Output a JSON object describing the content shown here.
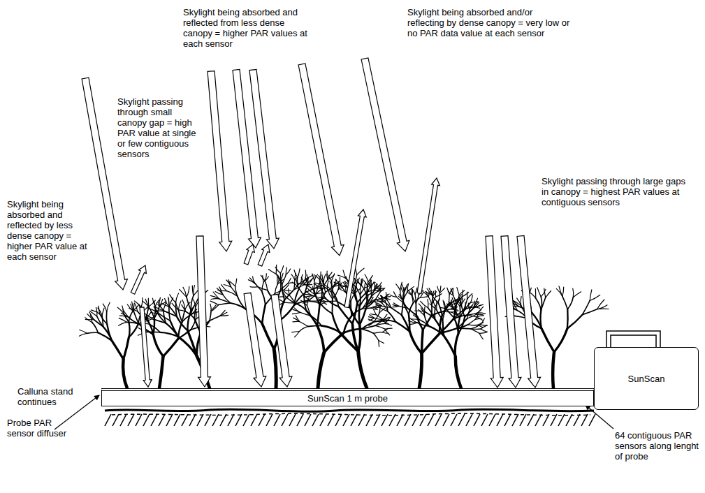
{
  "diagram": {
    "nodes": [
      {
        "text": [
          "SunScan 1 m probe"
        ]
      },
      {
        "text": [
          "SunScan"
        ]
      }
    ],
    "labels": [
      "Skylight being absorbed and reflected from less dense canopy = higher PAR values at each sensor",
      "Skylight being absorbed and/or reflecting by dense canopy = very low or no PAR data value at each sensor",
      "Skylight passing through small canopy gap = high PAR value at single or few contiguous sensors",
      "Skylight being absorbed and reflected by less dense canopy = higher PAR value at each sensor",
      "Skylight passing through large gaps in canopy = highest PAR values at contiguous sensors",
      "Calluna stand continues",
      "Probe PAR sensor diffuser",
      "64 contiguous PAR sensors along lenght of probe"
    ]
  }
}
